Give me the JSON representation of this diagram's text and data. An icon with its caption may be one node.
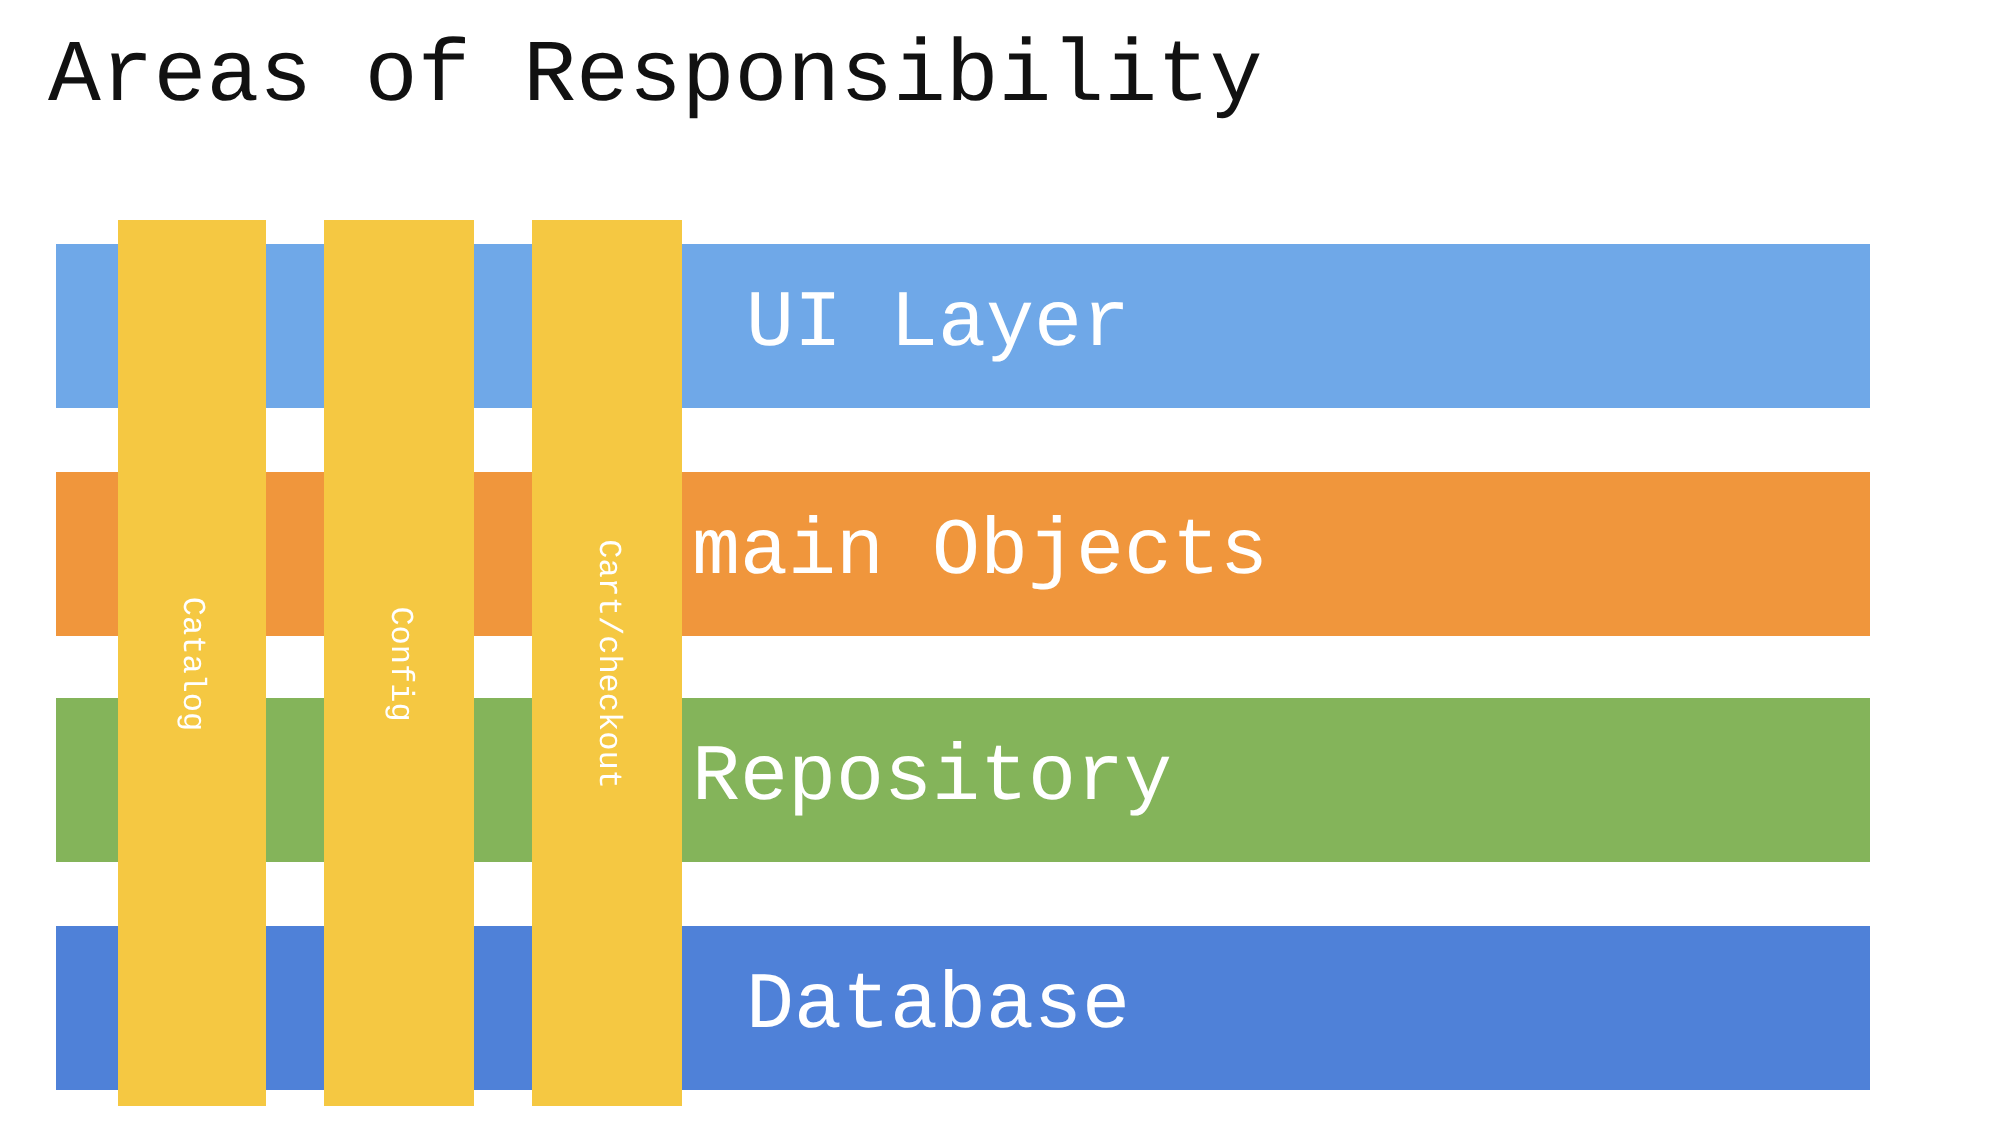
{
  "diagram": {
    "title": "Areas of Responsibility",
    "nodes": [
      {
        "text": [
          "UI Layer"
        ]
      },
      {
        "text": [
          "main Objects"
        ]
      },
      {
        "text": [
          "Repository"
        ]
      },
      {
        "text": [
          "Database"
        ]
      },
      {
        "text": [
          "Catalog"
        ]
      },
      {
        "text": [
          "Config"
        ]
      },
      {
        "text": [
          "Cart/checkout"
        ]
      }
    ]
  }
}
